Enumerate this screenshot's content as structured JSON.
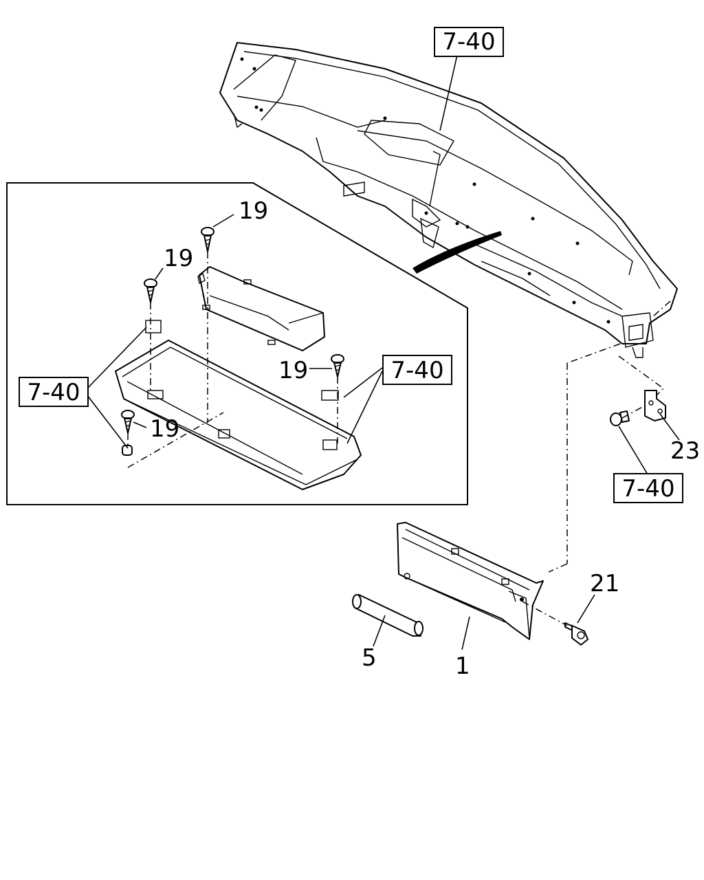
{
  "diagram": {
    "part_labels": {
      "screw_a": "19",
      "screw_b": "19",
      "screw_c": "19",
      "screw_d": "19",
      "part_23": "23",
      "part_21": "21",
      "part_5": "5",
      "part_1": "1"
    },
    "references": {
      "top": "7-40",
      "left": "7-40",
      "right_inner": "7-40",
      "bottom_right": "7-40"
    }
  }
}
